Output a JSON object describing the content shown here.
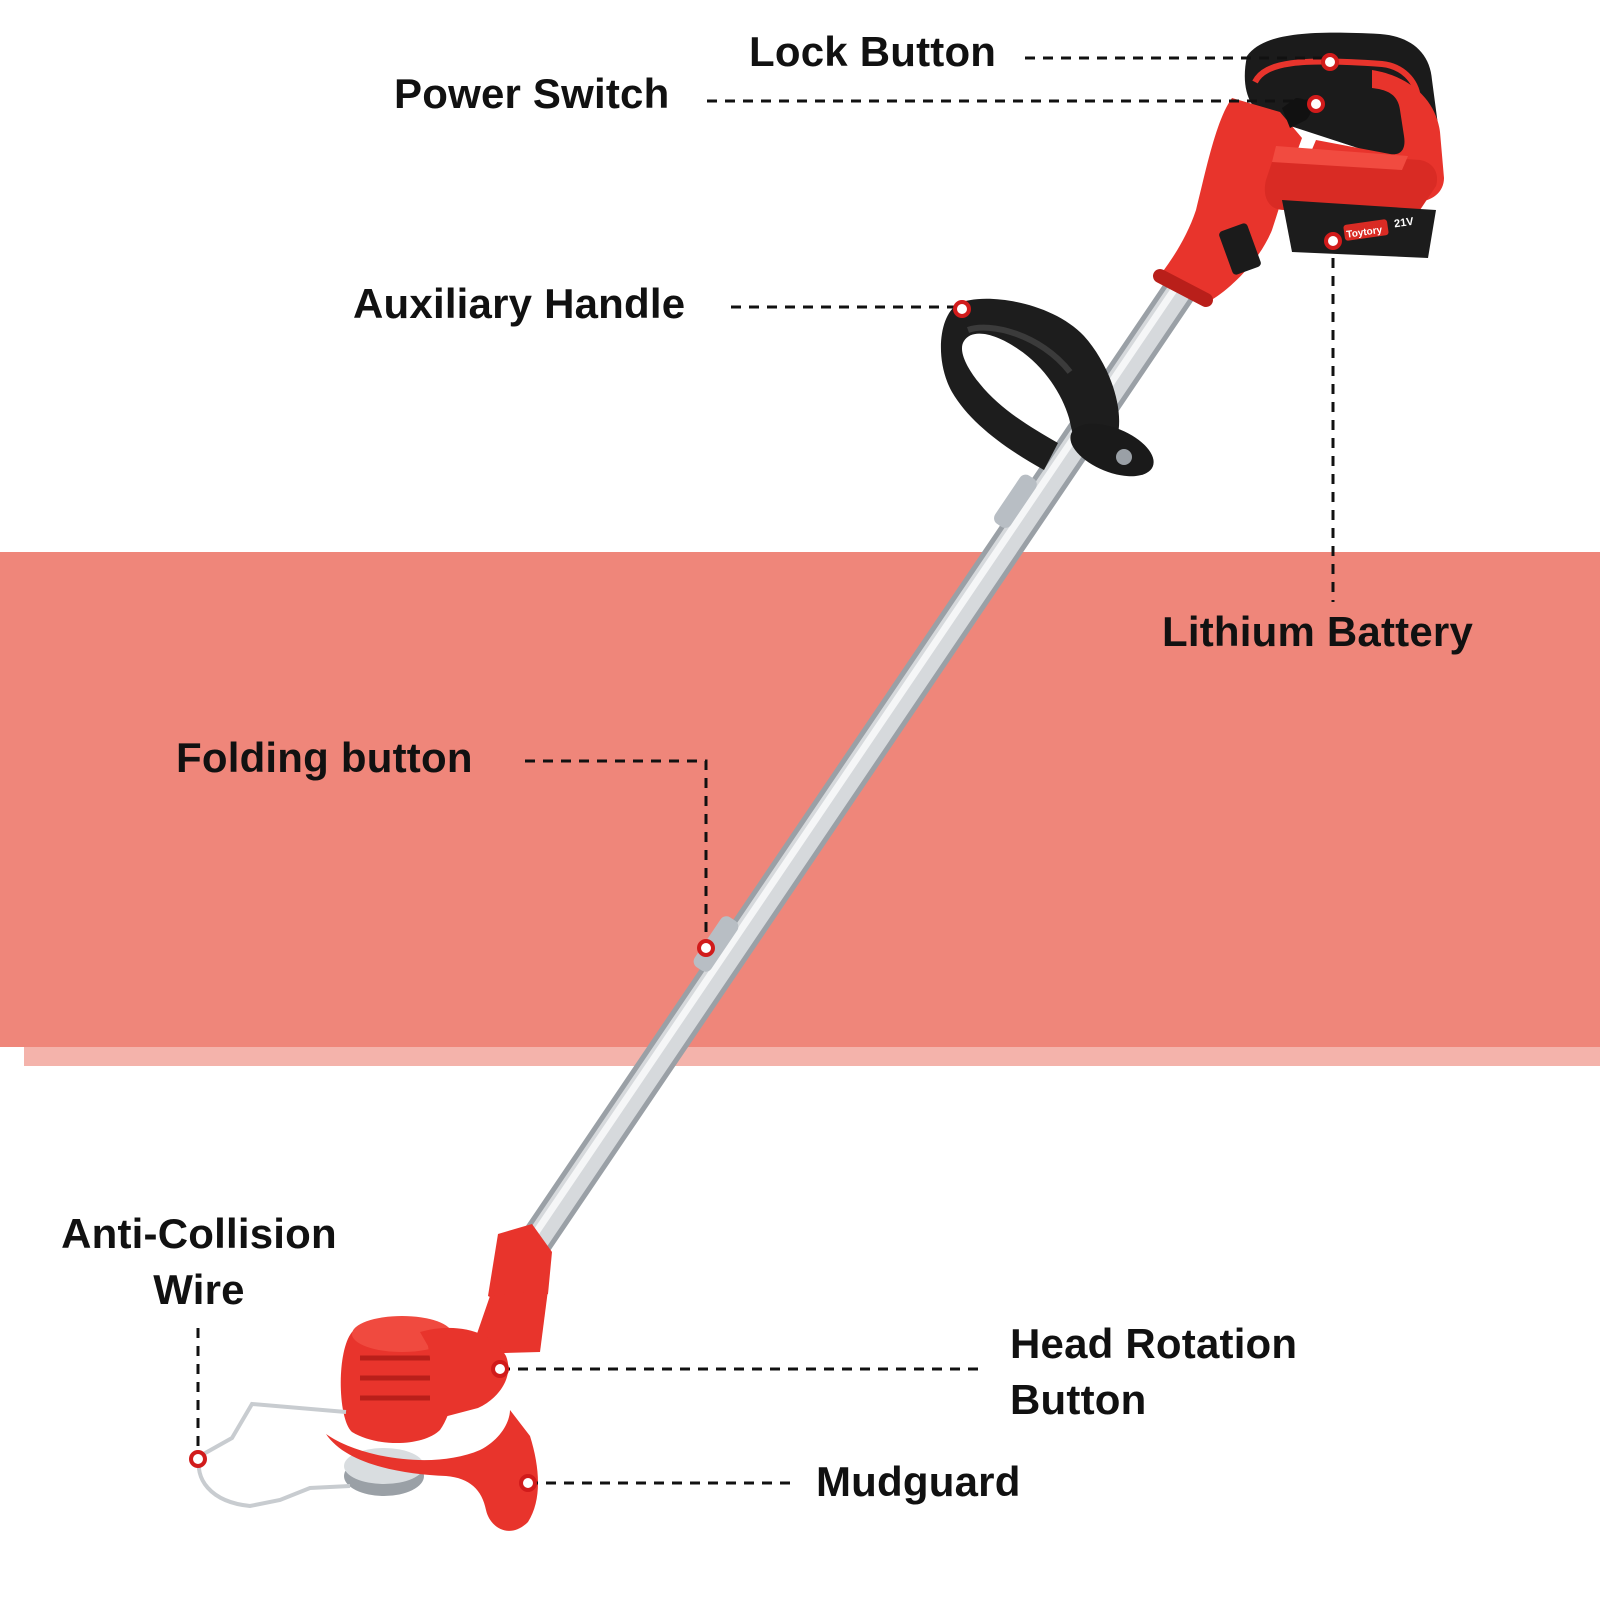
{
  "colors": {
    "band": "#ef867a",
    "band_shadow": "#f4b3ab",
    "body_red": "#e8342c",
    "body_red_dark": "#b91f1a",
    "black": "#1a1a1a",
    "shaft": "#c8ccd0",
    "dot_red": "#d11b1b"
  },
  "product": {
    "battery_text": "21V",
    "brand_text": "Toytory"
  },
  "labels": {
    "lock_button": "Lock Button",
    "power_switch": "Power Switch",
    "auxiliary_handle": "Auxiliary Handle",
    "lithium_battery": "Lithium Battery",
    "folding_button": "Folding button",
    "anti_collision_line1": "Anti-Collision",
    "anti_collision_line2": "Wire",
    "head_rotation_line1": "Head Rotation",
    "head_rotation_line2": "Button",
    "mudguard": "Mudguard"
  }
}
